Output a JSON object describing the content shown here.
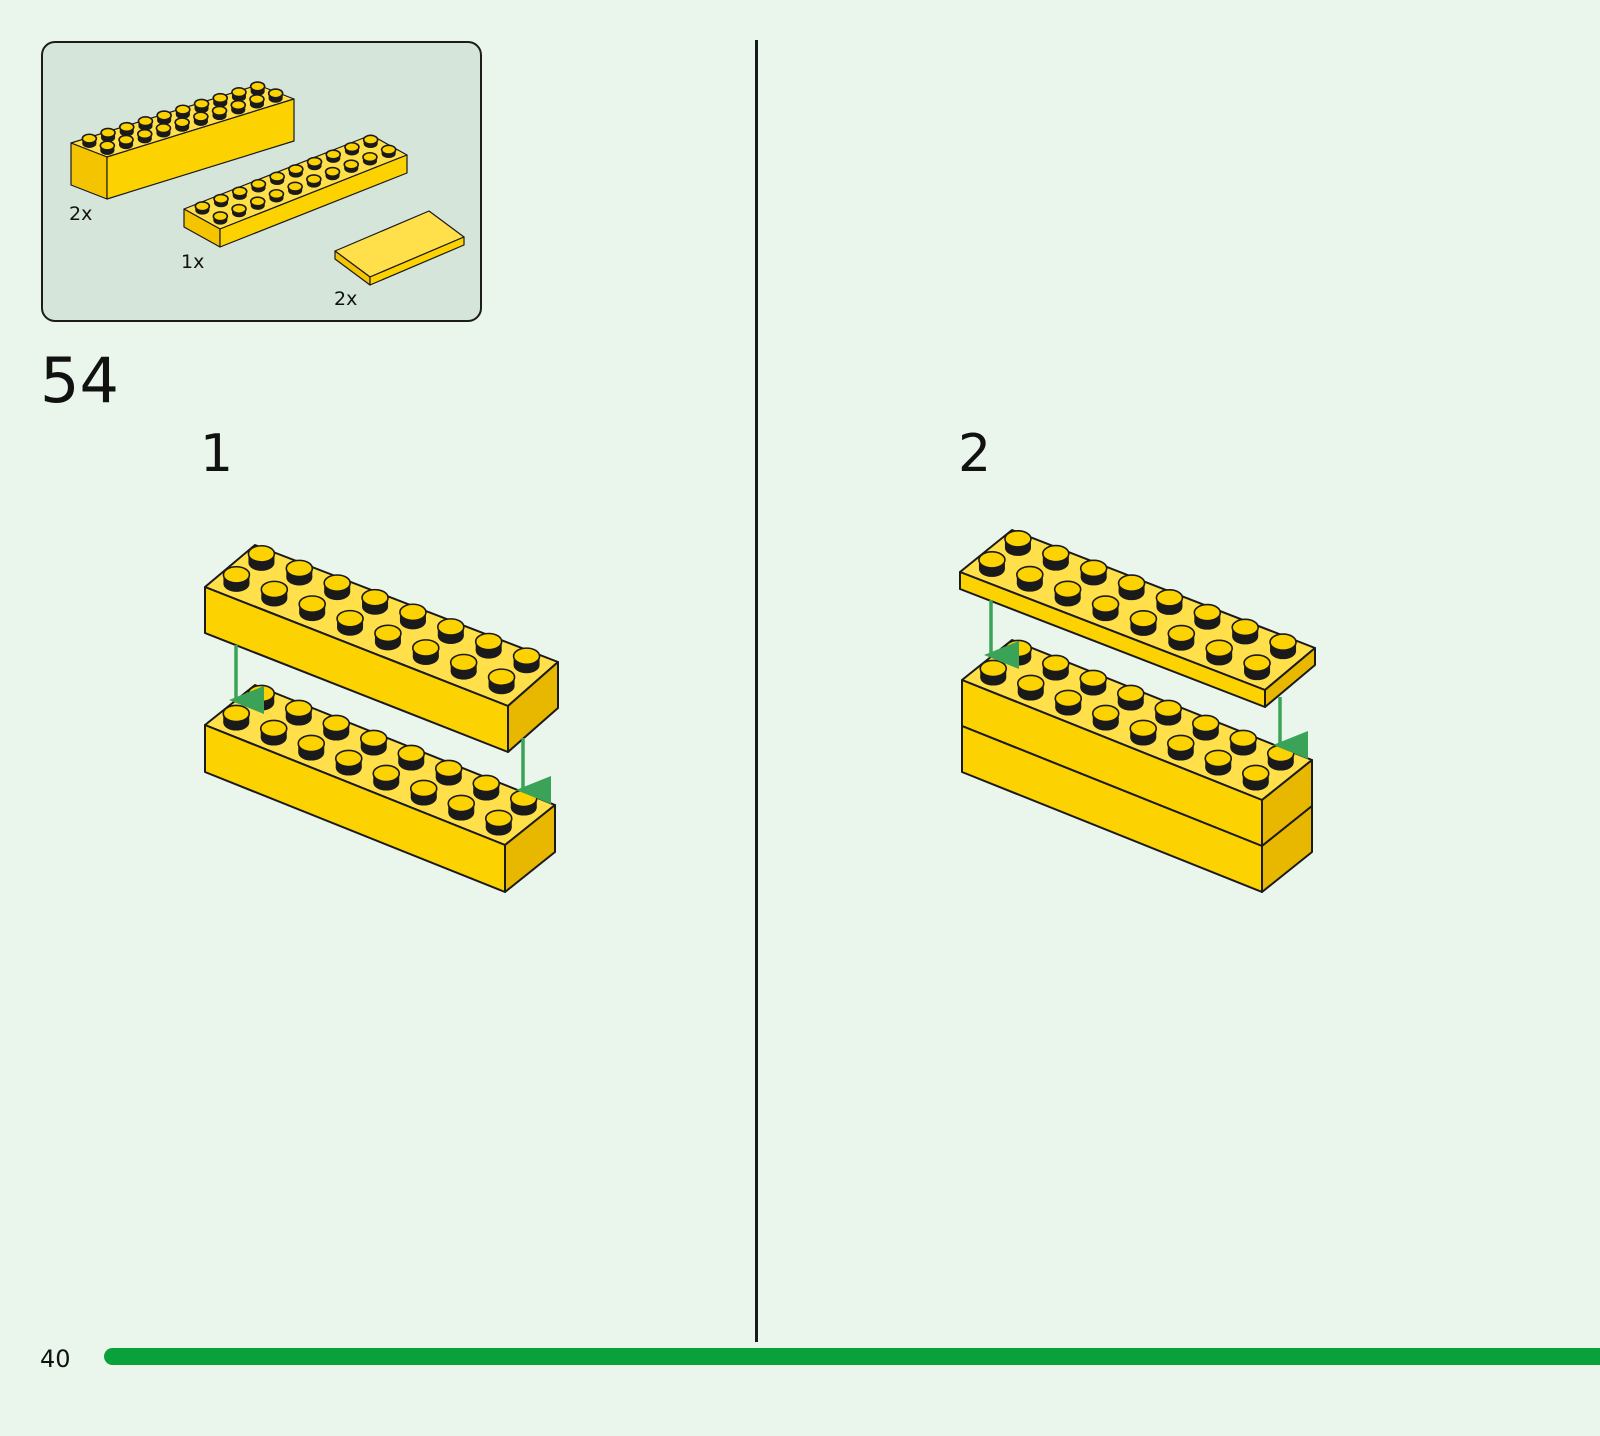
{
  "page": {
    "step_number": "54",
    "page_number": "40"
  },
  "parts": {
    "items": [
      {
        "qty": "2x",
        "part": "brick-2x10"
      },
      {
        "qty": "1x",
        "part": "plate-2x10"
      },
      {
        "qty": "2x",
        "part": "tile-2x6"
      }
    ]
  },
  "substeps": [
    {
      "label": "1"
    },
    {
      "label": "2"
    }
  ],
  "colors": {
    "background": "#eaf5ec",
    "parts_box_fill": "#d5e5d9",
    "brick_yellow": "#fcd200",
    "brick_yellow_dark": "#e8b800",
    "arrow_green": "#3aa357",
    "progress_bar_green": "#0aa13a",
    "outline": "#1a1a1a"
  },
  "progress": {
    "fraction": 1.0
  }
}
